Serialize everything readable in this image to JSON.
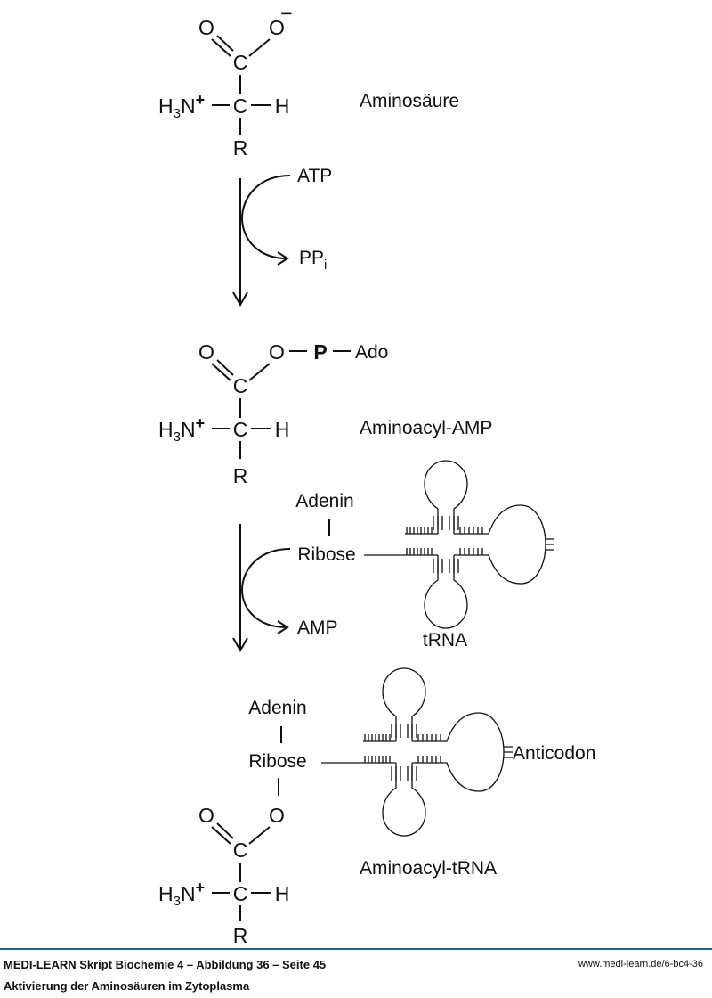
{
  "molecule_1": {
    "o_left": "O",
    "o_right": "O",
    "minus": "−",
    "carbonyl_c": "C",
    "h3": "H",
    "h3_sub": "3",
    "n": "N",
    "plus": "+",
    "alpha_c": "C",
    "h": "H",
    "r": "R",
    "label": "Aminosäure"
  },
  "step_1": {
    "atp": "ATP",
    "pp": "PP",
    "pp_sub": "i"
  },
  "molecule_2": {
    "o_left": "O",
    "o_right": "O",
    "p": "P",
    "ado": "Ado",
    "carbonyl_c": "C",
    "h3": "H",
    "h3_sub": "3",
    "n": "N",
    "plus": "+",
    "alpha_c": "C",
    "h": "H",
    "r": "R",
    "label": "Aminoacyl-AMP"
  },
  "step_2": {
    "adenin": "Adenin",
    "ribose": "Ribose",
    "amp": "AMP",
    "trna": "tRNA"
  },
  "molecule_3": {
    "adenin": "Adenin",
    "ribose": "Ribose",
    "anticodon": "Anticodon",
    "o_left": "O",
    "o_right": "O",
    "carbonyl_c": "C",
    "h3": "H",
    "h3_sub": "3",
    "n": "N",
    "plus": "+",
    "alpha_c": "C",
    "h": "H",
    "r": "R",
    "label": "Aminoacyl-tRNA"
  },
  "footer": {
    "title": "MEDI-LEARN Skript Biochemie 4 – Abbildung 36 – Seite 45",
    "url": "www.medi-learn.de/6-bc4-36",
    "caption": "Aktivierung der Aminosäuren im Zytoplasma"
  },
  "colors": {
    "ink": "#111111",
    "rule": "#1f5fa8"
  }
}
